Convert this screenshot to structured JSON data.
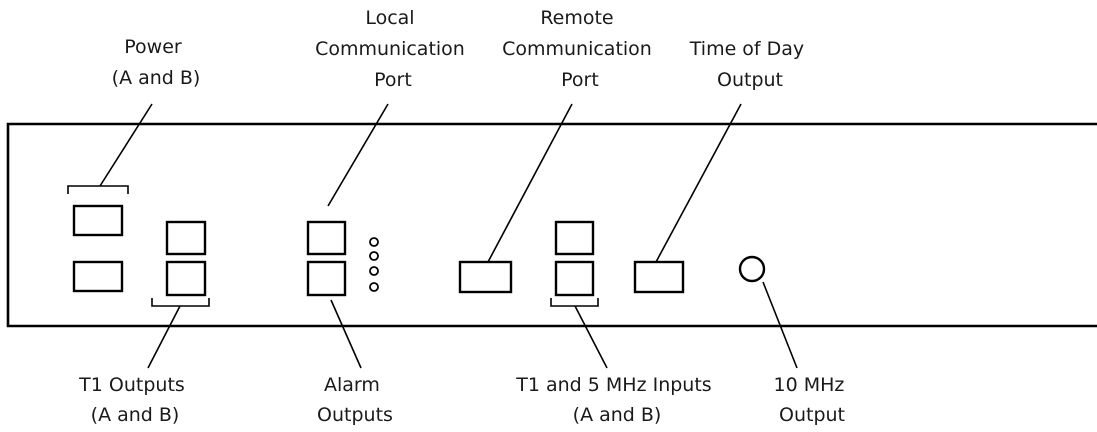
{
  "labels": {
    "power": [
      "Power",
      "(A and B)"
    ],
    "local_port": [
      "Local",
      "Communication",
      "Port"
    ],
    "remote_port": [
      "Remote",
      "Communication",
      "Port"
    ],
    "time_of_day": [
      "Time of Day",
      "Output"
    ],
    "t1_outputs": [
      "T1 Outputs",
      "(A and B)"
    ],
    "alarm_outputs": [
      "Alarm",
      "Outputs"
    ],
    "t1_5mhz_inputs": [
      "T1 and 5 MHz Inputs",
      "(A and B)"
    ],
    "ten_mhz": [
      "10 MHz",
      "Output"
    ]
  }
}
